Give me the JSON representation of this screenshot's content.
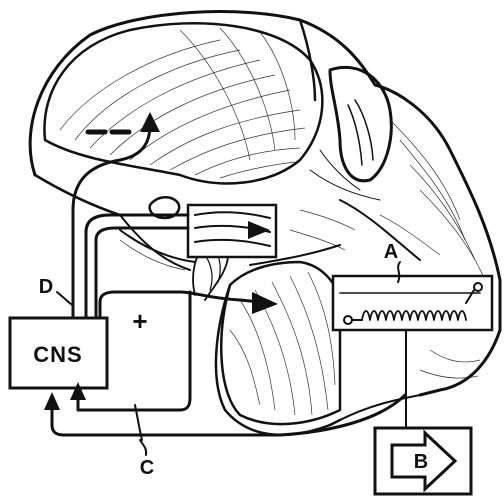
{
  "labels": {
    "cns": "CNS",
    "a": "A",
    "b": "B",
    "c": "C",
    "d": "D",
    "plus": "+",
    "minus": "− −"
  }
}
